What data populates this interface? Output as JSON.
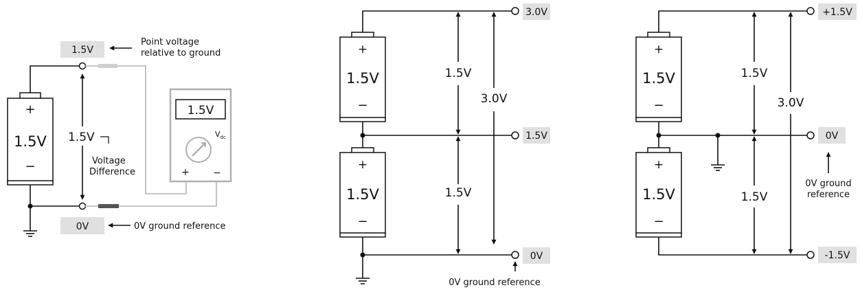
{
  "battery_label": "1.5V",
  "plus_sign": "+",
  "minus_sign": "−",
  "fig1": {
    "point_voltage_tag": "1.5V",
    "point_voltage_note_1": "Point voltage",
    "point_voltage_note_2": "relative to ground",
    "difference_value": "1.5V",
    "difference_note_1": "Voltage",
    "difference_note_2": "Difference",
    "ground_tag": "0V",
    "ground_note": "0V ground reference",
    "meter_display": "1.5V",
    "meter_unit_main": "V",
    "meter_unit_sub": "dc",
    "meter_plus": "+",
    "meter_minus": "−"
  },
  "fig2": {
    "top_node": "3.0V",
    "mid_node": "1.5V",
    "bottom_node": "0V",
    "upper_span": "1.5V",
    "lower_span": "1.5V",
    "total_span": "3.0V",
    "ground_note": "0V ground reference"
  },
  "fig3": {
    "top_node": "+1.5V",
    "mid_node": "0V",
    "bottom_node": "-1.5V",
    "upper_span": "1.5V",
    "lower_span": "1.5V",
    "total_span": "3.0V",
    "ground_note_1": "0V ground",
    "ground_note_2": "reference"
  }
}
